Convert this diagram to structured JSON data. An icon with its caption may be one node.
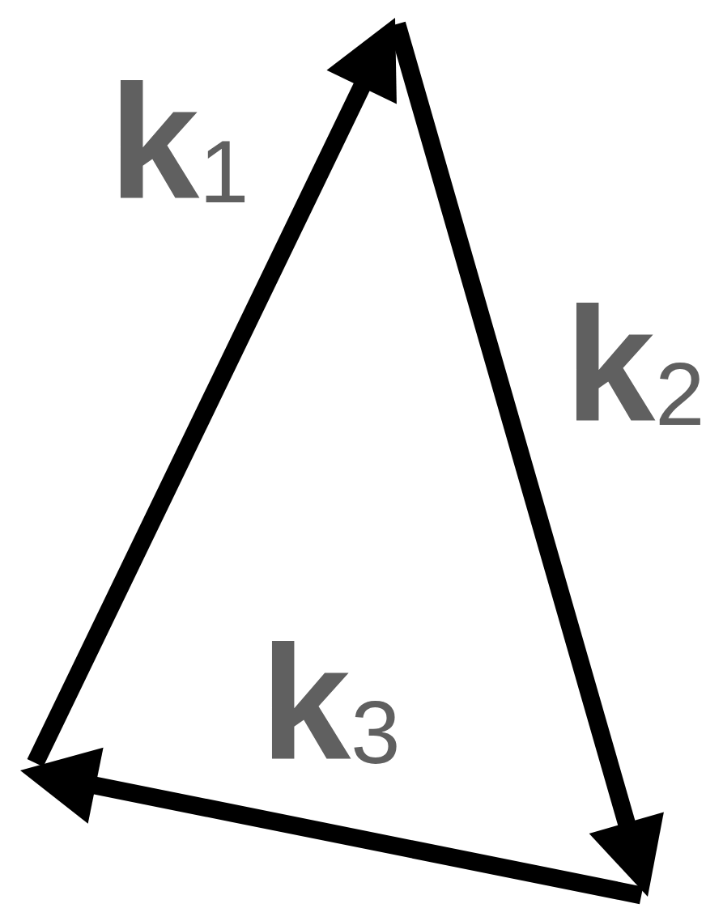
{
  "diagram": {
    "labels": [
      "k$_{1}$",
      "k$_{2}$",
      "k$_{3}$"
    ]
  }
}
